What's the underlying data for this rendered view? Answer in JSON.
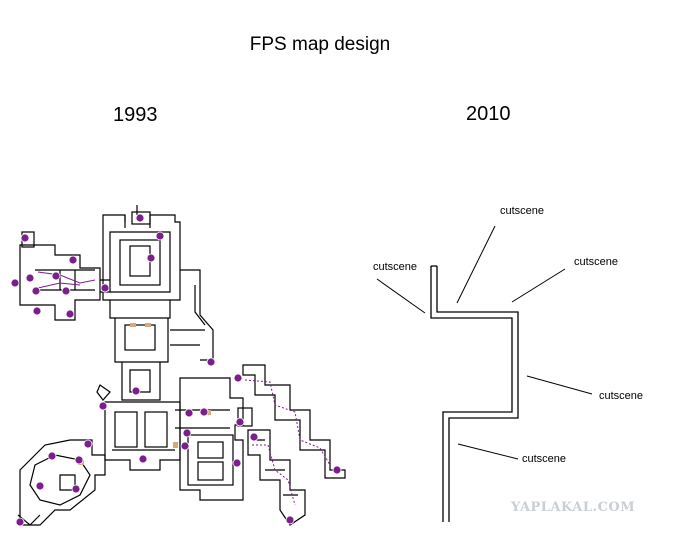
{
  "title": "FPS map design",
  "left_label": "1993",
  "right_label": "2010",
  "cutscenes": [
    "cutscene",
    "cutscene",
    "cutscene",
    "cutscene",
    "cutscene"
  ],
  "watermark": "YAPLAKAL.COM",
  "colors": {
    "line": "#000000",
    "marker": "#7a1f8c",
    "door": "#d7a87a",
    "watermark": "#c9ced3"
  }
}
